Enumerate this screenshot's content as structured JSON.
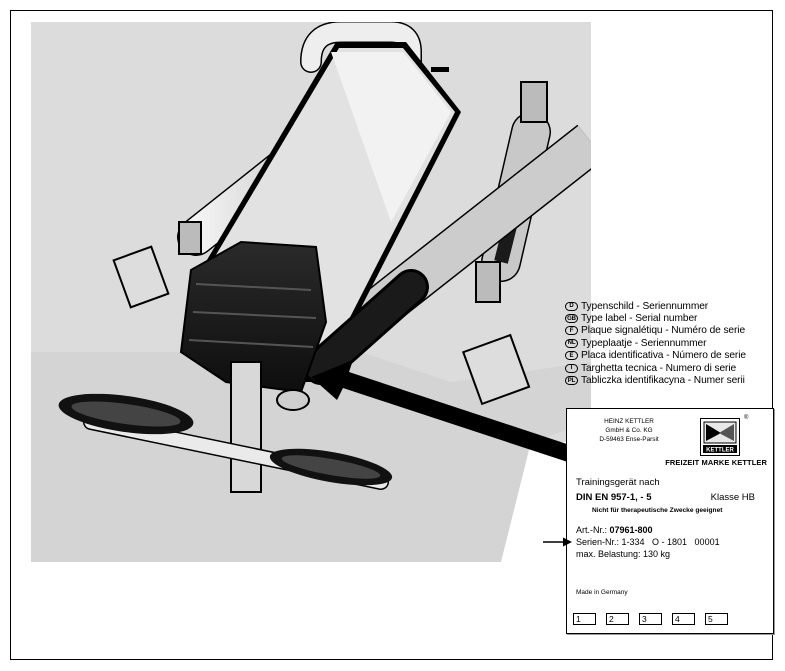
{
  "legend": {
    "items": [
      {
        "code": "D",
        "text": "Typenschild - Seriennummer"
      },
      {
        "code": "GB",
        "text": "Type label - Serial number"
      },
      {
        "code": "F",
        "text": "Plaque signalétiqu - Numéro de serie"
      },
      {
        "code": "NL",
        "text": "Typeplaatje - Seriennummer"
      },
      {
        "code": "E",
        "text": "Placa identificativa - Número de serie"
      },
      {
        "code": "I",
        "text": "Targhetta tecnica - Numero di serie"
      },
      {
        "code": "PL",
        "text": "Tabliczka identifikacyna - Numer serii"
      }
    ]
  },
  "plate": {
    "manufacturer": {
      "line1": "HEINZ KETTLER",
      "line2": "GmbH & Co. KG",
      "line3": "D-59463 Ense-Parsit"
    },
    "logo_text": "KETTLER",
    "registered_mark": "®",
    "slogan": "FREIZEIT MARKE KETTLER",
    "device_label": "Trainingsgerät nach",
    "standard": "DIN EN 957-1, - 5",
    "class_label": "Klasse HB",
    "notice": "Nicht für therapeutische Zwecke geeignet",
    "art_label": "Art.-Nr.:",
    "art_number": "07961-800",
    "serial_label": "Serien-Nr.: 1-334   O - 1801   00001",
    "max_load": "max. Belastung: 130 kg",
    "made_in": "Made in Germany",
    "boxes": [
      "1",
      "2",
      "3",
      "4",
      "5"
    ]
  }
}
